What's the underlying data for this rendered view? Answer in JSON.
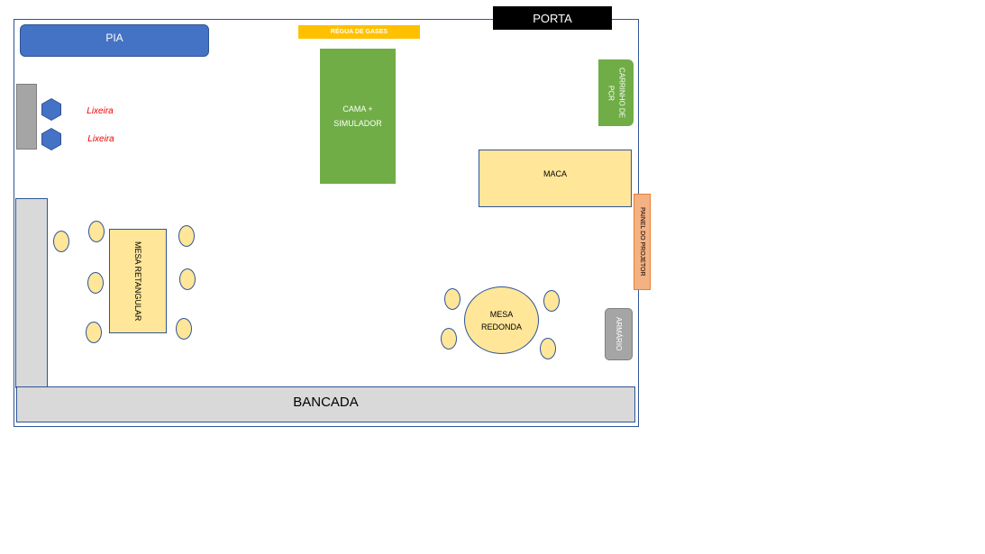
{
  "labels": {
    "porta": "PORTA",
    "pia": "PIA",
    "regua": "RÉGUA DE GASES",
    "cama": "CAMA + SIMULADOR",
    "carrinho": "CARRINHO DE PCR",
    "maca": "MACA",
    "painel": "PAINEL DO PROJETOR",
    "armario": "ARMÁRIO",
    "lixeira1": "Lixeira",
    "lixeira2": "Lixeira",
    "mesa_retangular": "MESA RETANGULAR",
    "mesa_redonda": "MESA REDONDA",
    "bancada": "BANCADA"
  },
  "colors": {
    "blue": "#4472c4",
    "green": "#70ad47",
    "yellow": "#ffc000",
    "cream": "#ffe699",
    "salmon": "#f4b183",
    "gray": "#a5a5a5",
    "lightgray": "#d9d9d9"
  }
}
